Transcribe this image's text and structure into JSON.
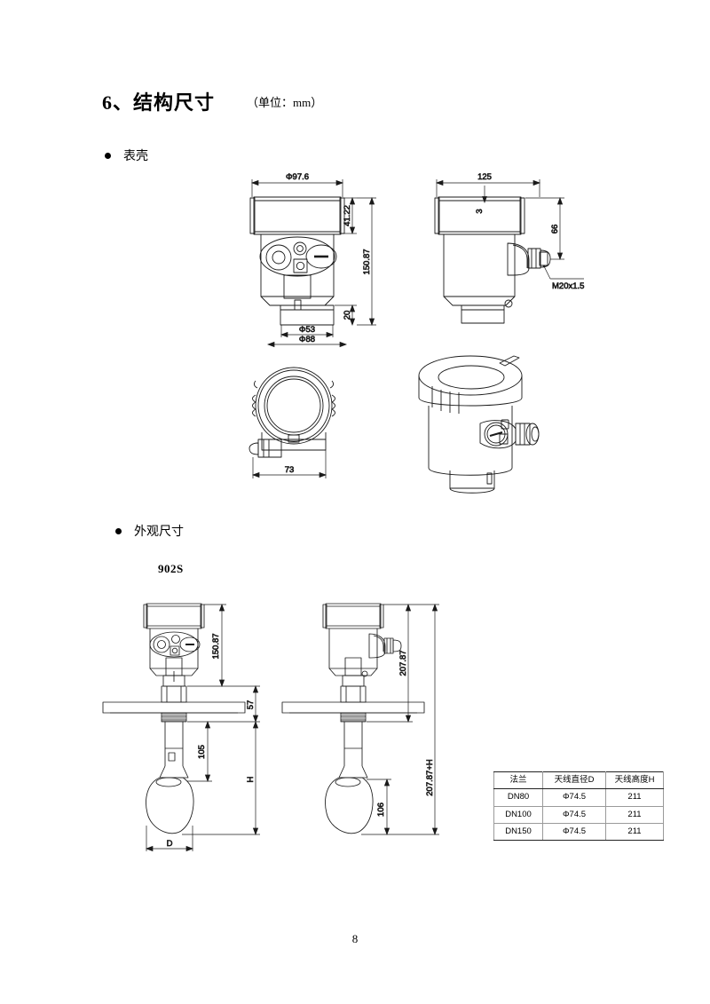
{
  "section": {
    "number": "6、",
    "title": "结构尺寸",
    "unit_note": "（单位：mm）"
  },
  "bullets": [
    {
      "label": "表壳"
    },
    {
      "label": "外观尺寸"
    }
  ],
  "model_label": "902S",
  "page_number": "8",
  "housing_views": {
    "front": {
      "dims": {
        "outer_diameter": "Φ97.6",
        "display_height": "41.22",
        "total_height": "150.87",
        "process_height": "20",
        "thread_diameter": "Φ53",
        "flange_diameter": "Φ88"
      }
    },
    "side": {
      "dims": {
        "depth": "125",
        "gap": "3",
        "gland_height": "66",
        "thread_spec": "M20x1.5"
      }
    },
    "top": {
      "dims": {
        "width": "73"
      }
    },
    "iso": {
      "label": ""
    }
  },
  "assembly_views": {
    "left": {
      "dims": {
        "housing_height": "150.87",
        "flange_to_housing": "57",
        "horn_length": "105",
        "insert_length": "H",
        "antenna_diameter": "D"
      }
    },
    "right": {
      "dims": {
        "top_height": "207.87",
        "total_height": "207.87+H",
        "antenna_height": "106"
      }
    }
  },
  "spec_table": {
    "headers": [
      "法兰",
      "天线直径D",
      "天线高度H"
    ],
    "rows": [
      [
        "DN80",
        "Φ74.5",
        "211"
      ],
      [
        "DN100",
        "Φ74.5",
        "211"
      ],
      [
        "DN150",
        "Φ74.5",
        "211"
      ]
    ]
  },
  "colors": {
    "line": "#1a1a1a",
    "hatch": "#8a8a8a",
    "text": "#000000"
  }
}
